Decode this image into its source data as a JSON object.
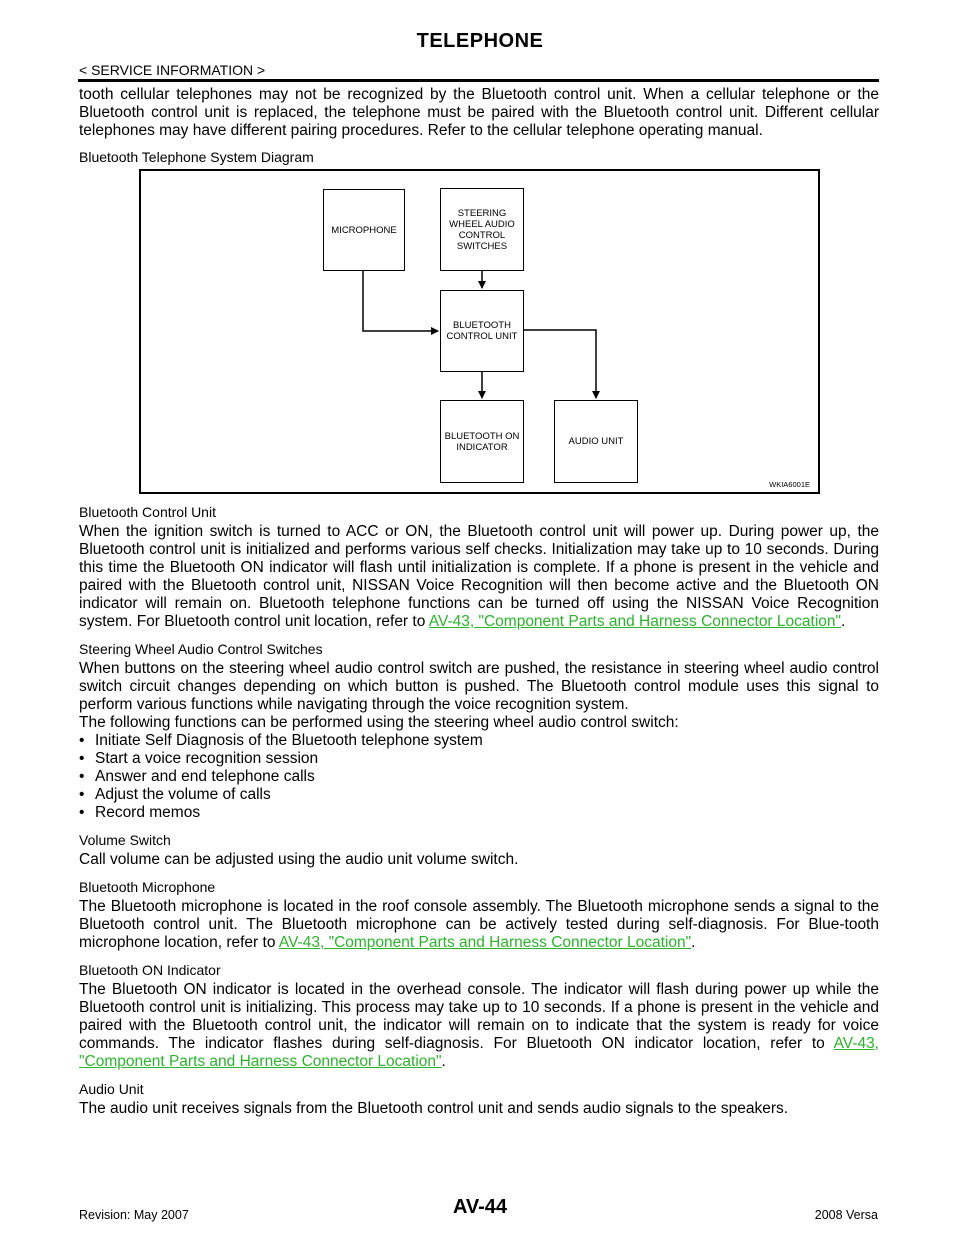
{
  "header": {
    "title": "TELEPHONE",
    "section": "< SERVICE INFORMATION >"
  },
  "intro": "tooth cellular telephones may not be recognized by the Bluetooth control unit. When a cellular telephone or the Bluetooth control unit is replaced, the telephone must be paired with the Bluetooth control unit. Different cellular telephones may have different pairing procedures. Refer to the cellular telephone operating manual.",
  "diagram": {
    "heading": "Bluetooth Telephone System Diagram",
    "boxes": {
      "microphone": "MICROPHONE",
      "steering": "STEERING WHEEL AUDIO CONTROL SWITCHES",
      "control_unit": "BLUETOOTH CONTROL UNIT",
      "indicator": "BLUETOOTH ON INDICATOR",
      "audio_unit": "AUDIO UNIT"
    },
    "figure_code": "WKIA6001E"
  },
  "sections": {
    "control_unit": {
      "heading": "Bluetooth Control Unit",
      "text": "When the ignition switch is turned to ACC or ON, the Bluetooth control unit will power up. During power up, the Bluetooth control unit is initialized and performs various self checks. Initialization may take up to 10 seconds. During this time the Bluetooth ON indicator will flash until initialization is complete. If a phone is present in the vehicle and paired with the Bluetooth control unit, NISSAN Voice Recognition will then become active and the Bluetooth ON indicator will remain on. Bluetooth telephone functions can be turned off using the NISSAN Voice Recognition system. For Bluetooth control unit location, refer to ",
      "link": "AV-43, \"Component Parts and Harness Connector Location\"",
      "end": "."
    },
    "steering": {
      "heading": "Steering Wheel Audio Control Switches",
      "text": "When buttons on the steering wheel audio control switch are pushed, the resistance in steering wheel audio control switch circuit changes depending on which button is pushed. The Bluetooth control module uses this signal to perform various functions while navigating through the voice recognition system.",
      "text2": "The following functions can be performed using the steering wheel audio control switch:",
      "bullets": [
        "Initiate Self Diagnosis of the Bluetooth telephone system",
        "Start a voice recognition session",
        "Answer and end telephone calls",
        "Adjust the volume of calls",
        "Record memos"
      ]
    },
    "volume": {
      "heading": "Volume Switch",
      "text": "Call volume can be adjusted using the audio unit volume switch."
    },
    "microphone": {
      "heading": "Bluetooth Microphone",
      "text": "The Bluetooth microphone is located in the roof console assembly. The Bluetooth microphone sends a signal to the Bluetooth control unit. The Bluetooth microphone can be actively tested during self-diagnosis. For Blue-tooth microphone location, refer to ",
      "link": "AV-43, \"Component Parts and Harness Connector Location\"",
      "end": "."
    },
    "indicator": {
      "heading": "Bluetooth ON Indicator",
      "text": "The Bluetooth ON indicator is located in the overhead console. The indicator will flash during power up while the Bluetooth control unit is initializing. This process may take up to 10 seconds. If a phone is present in the vehicle and paired with the Bluetooth control unit, the indicator will remain on to indicate that the system is ready for voice commands. The indicator flashes during self-diagnosis. For Bluetooth ON indicator location, refer to ",
      "link": "AV-43, \"Component Parts and Harness Connector Location\"",
      "end": "."
    },
    "audio": {
      "heading": "Audio Unit",
      "text": "The audio unit receives signals from the Bluetooth control unit and sends audio signals to the speakers."
    }
  },
  "footer": {
    "revision": "Revision: May 2007",
    "page": "AV-44",
    "model": "2008 Versa"
  },
  "colors": {
    "link": "#2bb52b",
    "text": "#000000"
  }
}
